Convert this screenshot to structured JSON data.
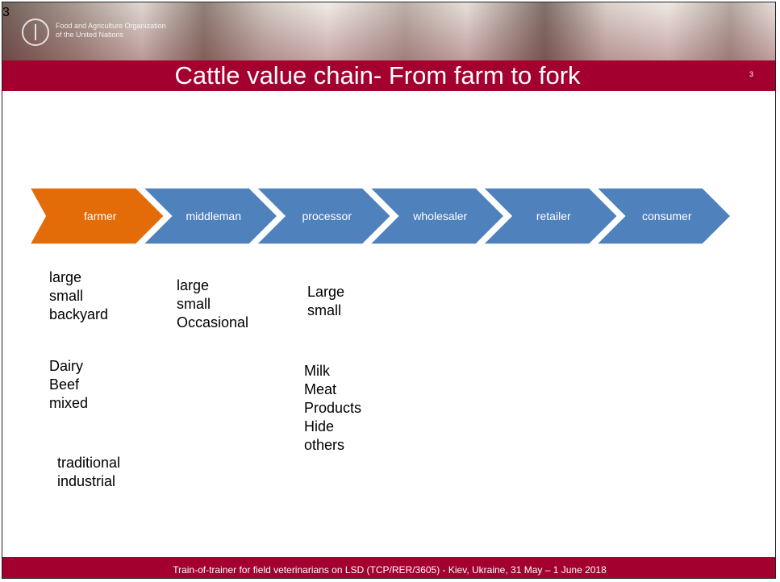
{
  "slide": {
    "corner_number": "3",
    "title": "Cattle value chain-  From farm to fork",
    "page_number": "3"
  },
  "header": {
    "logo_line1": "Food and Agriculture Organization",
    "logo_line2": "of the United Nations"
  },
  "chain": {
    "steps": [
      "farmer",
      "middleman",
      "processor",
      "wholesaler",
      "retailer",
      "consumer"
    ],
    "colors": {
      "active": "#e36c09",
      "default": "#4f81bd"
    }
  },
  "columns": {
    "farmer": {
      "sizes": [
        "large",
        "small",
        "backyard"
      ],
      "types": [
        "Dairy",
        "Beef",
        "mixed"
      ],
      "systems": [
        "traditional",
        "industrial"
      ]
    },
    "middleman": {
      "sizes": [
        "large",
        "small",
        "Occasional"
      ]
    },
    "processor": {
      "sizes": [
        "Large",
        "small"
      ],
      "products": [
        "Milk",
        "Meat",
        "Products",
        "Hide",
        "others"
      ]
    }
  },
  "footer": {
    "text": "Train-of-trainer for field veterinarians on LSD (TCP/RER/3605) - Kiev, Ukraine, 31 May – 1 June 2018"
  },
  "colors": {
    "title_bar": "#a3002f",
    "footer_bar": "#a3002f"
  }
}
